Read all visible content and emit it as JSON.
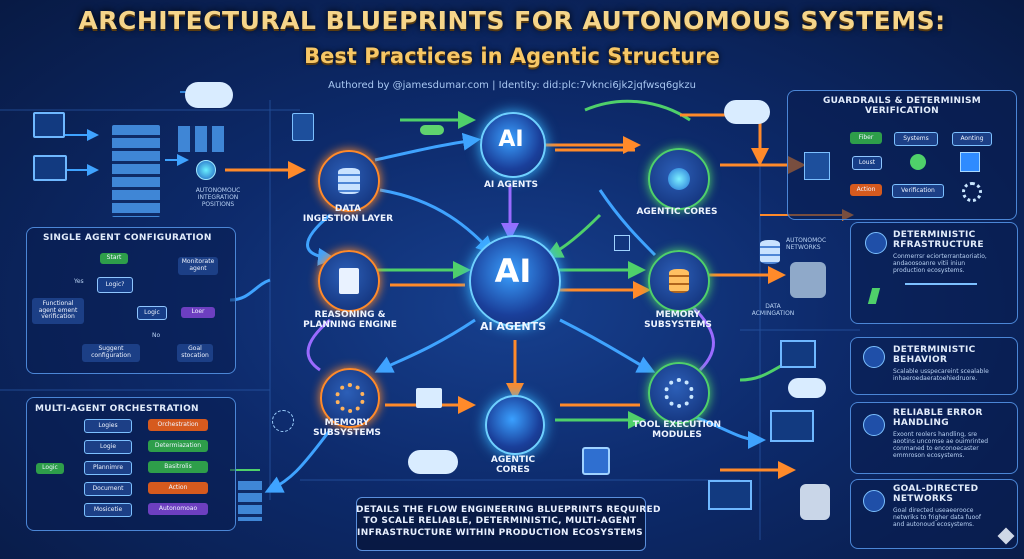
{
  "header": {
    "title": "ARCHITECTURAL BLUEPRINTS FOR AUTONOMOUS SYSTEMS:",
    "subtitle": "Best Practices in Agentic Structure",
    "author": "Authored by @jamesdumar.com | Identity: did:plc:7vknci6jk2jqfwsq6gkzu"
  },
  "center": {
    "main_hub": {
      "icon": "AI",
      "label": "AI AGENTS"
    },
    "top_hub": {
      "icon": "AI",
      "label": "AI AGENTS"
    },
    "bottom_node": {
      "label": "AGENTIC\nCORES"
    },
    "data_ingestion": "DATA\nINGESTION LAYER",
    "reasoning": "REASONING &\nPLANNING ENGINE",
    "memory_left": "MEMORY\nSUBSYSTEMS",
    "agentic_cores_right": "AGENTIC CORES",
    "memory_right": "MEMORY\nSUBSYSTEMS",
    "tool_execution": "TOOL EXECUTION\nMODULES"
  },
  "top_left": {
    "label": "AUTONOMOUC\nINTEGRATION\nPOSITIONS"
  },
  "single_agent": {
    "title": "SINGLE AGENT CONFIGURATION",
    "start": "Start",
    "logic_q": "Logic?",
    "yes": "Yes",
    "no": "No",
    "functional": "Functional\nagent ement\nverification",
    "logic": "Logic",
    "loer": "Loer",
    "monitor": "Monitorate\nagent",
    "suggest": "Suggent\nconfiguration",
    "goal": "Goal\nstocation"
  },
  "multi_agent": {
    "title": "MULTI-AGENT ORCHESTRATION",
    "logic": "Logic",
    "col1": [
      "Logies",
      "Logie",
      "Plannimre",
      "Document",
      "Mosicetie"
    ],
    "col2": [
      "Orchestration",
      "Determiazation",
      "Basitrolis",
      "Action",
      "Autonomoao"
    ]
  },
  "guardrails": {
    "title": "GUARDRAILS & DETERMINISM\nVERIFICATION",
    "filter": "Fiber",
    "systems": "Systems",
    "acting": "Aonting",
    "loust": "Loust",
    "action": "Action",
    "verification": "Verification"
  },
  "right_middle": {
    "networks": "AUTONOMOC\nNETWORKS",
    "data_acm": "DATA\nACMINGATION"
  },
  "det_infra": {
    "title": "DETERMINISTIC\nRFRASTRUCTURE",
    "desc": "Conmerrsr eciorterrantaoriatio,\nandaoosoanre vitii iniun\nproduction ecosystems."
  },
  "det_behavior": {
    "title": "DETERMINISTIC\nBEHAVIOR",
    "desc": "Scalable usspecareint scealable\ninhaeroedaeratoehiedruore."
  },
  "error_handling": {
    "title": "RELIABLE ERROR\nHANDLING",
    "desc": "Exoont reolers handling, sre\naootins uncomse ae ouimrinted\nconmaned to enconoecaster\nemmroson ecosystems."
  },
  "goal_directed": {
    "title": "GOAL-DIRECTED\nNETWORKS",
    "desc": "Goal directed useaeerooce\nnetwriks to frigher data fuoof\nand autonoud ecosystems."
  },
  "footer": {
    "text": "DETAILS THE FLOW ENGINEERING BLUEPRINTS REQUIRED\nTO SCALE RELIABLE, DETERMINISTIC, MULTI-AGENT\nINFRASTRUCTURE WITHIN PRODUCTION ECOSYSTEMS"
  },
  "colors": {
    "title_gold": "#f6d58a",
    "blue_wire": "#3fa3ff",
    "orange_wire": "#ff8a2a",
    "green_wire": "#4fd06a",
    "purple_wire": "#9a6bff",
    "hub_glow": "#39b6ff"
  }
}
